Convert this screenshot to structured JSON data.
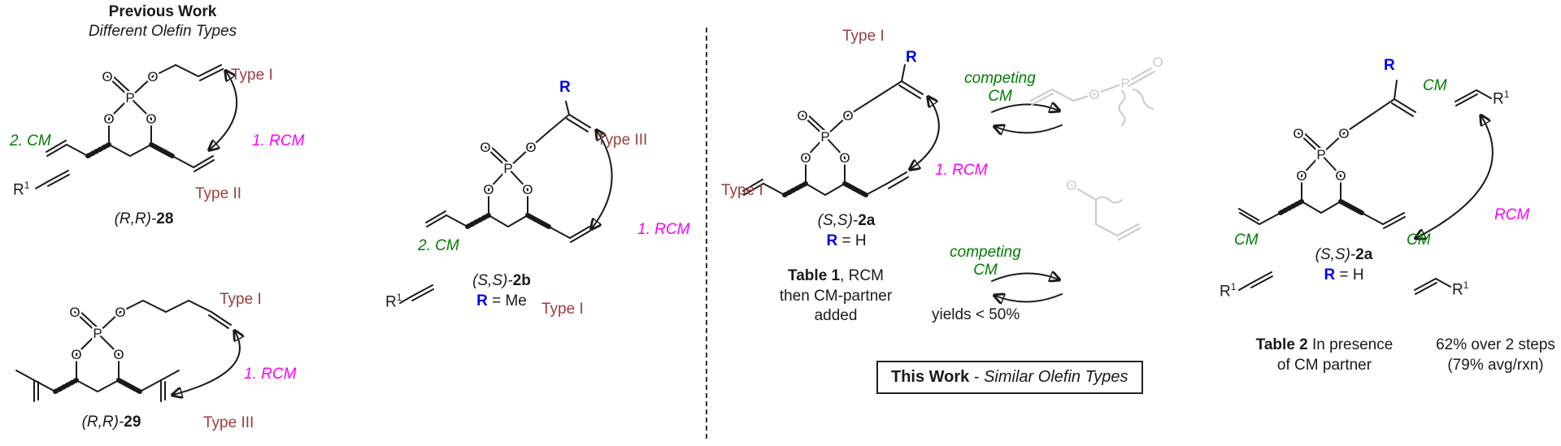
{
  "header": {
    "title": "Previous Work",
    "subtitle": "Different Olefin Types"
  },
  "labels": {
    "type1": "Type I",
    "type2": "Type II",
    "type3": "Type III",
    "rcm_step": "1. RCM",
    "cm_step": "2. CM",
    "rcm": "RCM",
    "cm": "CM",
    "competing": "competing",
    "yields": "yields < 50%"
  },
  "glyphs": {
    "P": "P",
    "O": "O",
    "R": "R",
    "sup1": "1"
  },
  "compounds": {
    "c28": {
      "stereo": "(R,R)-",
      "id": "28"
    },
    "c29": {
      "stereo": "(R,R)-",
      "id": "29"
    },
    "c2b": {
      "stereo": "(S,S)-",
      "id": "2b",
      "r": "R",
      "eq": " = Me"
    },
    "c2a": {
      "stereo": "(S,S)-",
      "id": "2a",
      "r": "R",
      "eq": " = H"
    }
  },
  "table1": {
    "bold": "Table 1",
    "rest": ", RCM then CM-partner added"
  },
  "table2": {
    "bold": "Table 2",
    "rest": " In presence of CM partner",
    "result1": "62% over 2 steps",
    "result2": "(79% avg/rxn)"
  },
  "this_work": {
    "bold": "This Work",
    "sep": " - ",
    "italic": "Similar Olefin Types"
  },
  "colors": {
    "type_red": "#9a3e3e",
    "rcm_magenta": "#ff00ff",
    "cm_green": "#007f00",
    "r_blue": "#0000ee",
    "ghost_gray": "#c9c9c9",
    "bond_black": "#1a1a1a"
  }
}
